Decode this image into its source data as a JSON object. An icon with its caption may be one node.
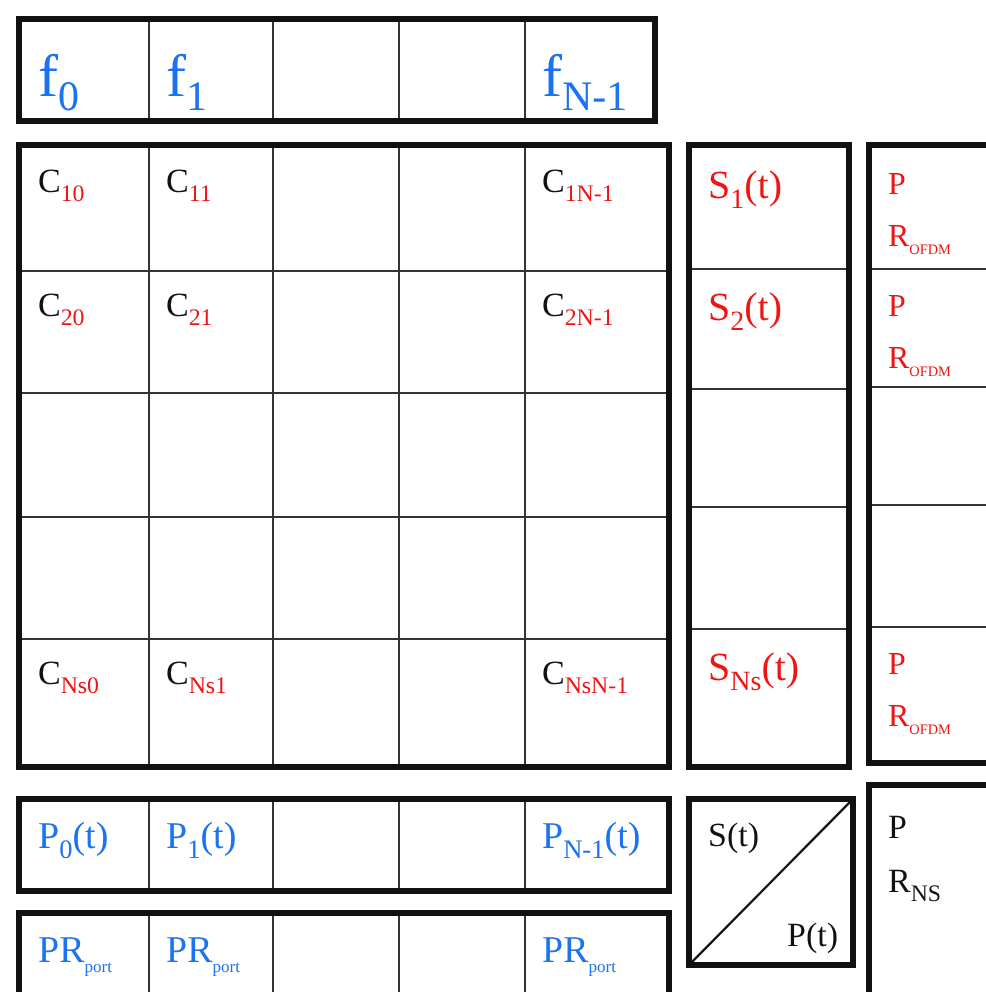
{
  "diagram": {
    "labels": [
      "f$_{0}$",
      "f$_{1}$",
      "f$_{N-1}$",
      "C$_{10}$",
      "C$_{11}$",
      "C$_{1N-1}$",
      "S$_{1}$(t)",
      "P R$_{OFDM}$",
      "C$_{20}$",
      "C$_{21}$",
      "C$_{2N-1}$",
      "S$_{2}$(t)",
      "P R$_{OFDM}$",
      "C$_{Ns0}$",
      "C$_{Ns1}$",
      "C$_{NsN-1}$",
      "S$_{Ns}$(t)",
      "P R$_{OFDM}$",
      "P$_{0}$(t)",
      "P$_{1}$(t)",
      "P$_{N-1}$(t)",
      "S(t)",
      "P R$_{NS}$",
      "PR$_{port}$",
      "PR$_{port}$",
      "PR$_{port}$",
      "P(t)"
    ]
  }
}
